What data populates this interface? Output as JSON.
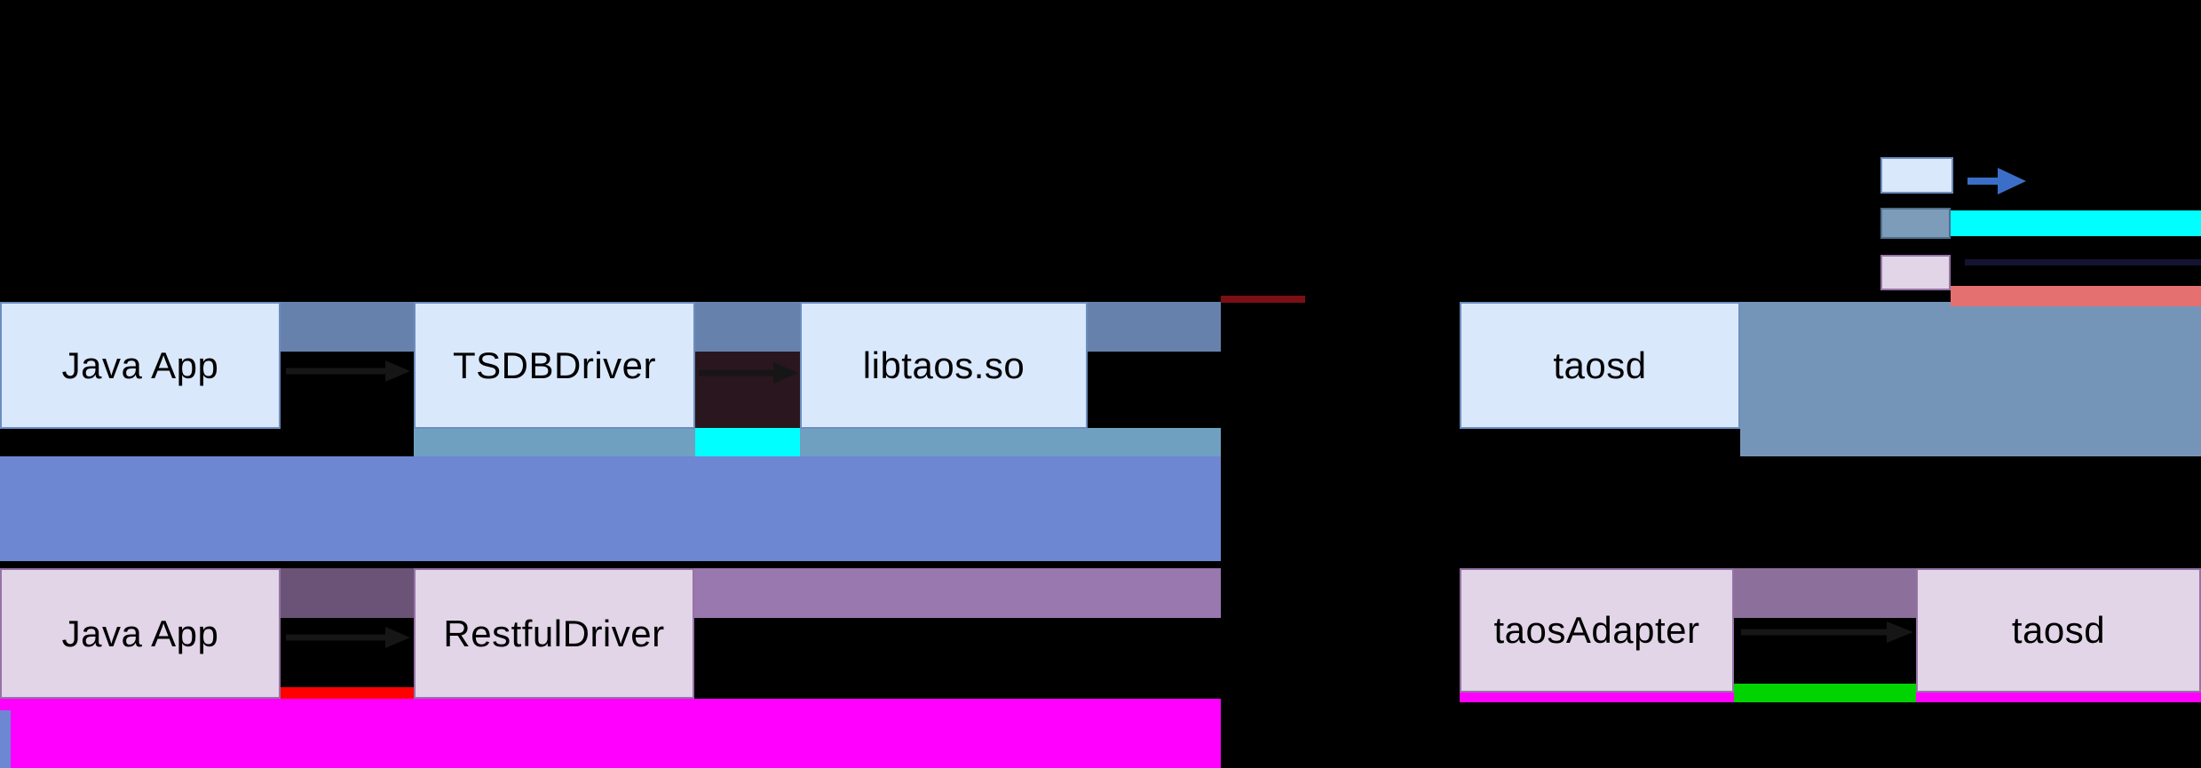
{
  "nodes": {
    "jni": {
      "app": "Java App",
      "driver": "TSDBDriver",
      "lib": "libtaos.so",
      "server": "taosd"
    },
    "rest": {
      "app": "Java App",
      "driver": "RestfulDriver",
      "adapter": "taosAdapter",
      "server": "taosd"
    }
  },
  "legend": {
    "items": [
      {
        "swatch": "blue-node-box",
        "marker": "blue-arrow"
      },
      {
        "swatch": "steel-band-box",
        "marker": "cyan-line"
      },
      {
        "swatch": "purple-node-box",
        "marker": "navy-line-and-salmon-line"
      }
    ]
  },
  "colors": {
    "background": "#000000",
    "box_blue_fill": "#dae8fc",
    "box_blue_border": "#6c8ebf",
    "box_purple_fill": "#e1d5e7",
    "box_purple_border": "#9673a6",
    "band_steel": "#6781ad",
    "band_steel_light": "#6fa0c0",
    "band_right": "#7595b8",
    "band_periwinkle": "#6d87d3",
    "band_mauve": "#9878ae",
    "band_mauve_dark": "#6a5377",
    "band_mauve_mid": "#8d6f9b",
    "gap_maroon": "#2a161e",
    "magenta": "#ff00ff",
    "red": "#ff0000",
    "green": "#00d400",
    "cyan": "#00ffff",
    "salmon": "#e57070",
    "navy_line": "#141432",
    "dark_red_line": "#7a1016",
    "legend_steel": "#7d9cba",
    "legend_arrow_blue": "#3b6fc7",
    "arrow_dark": "#161616"
  }
}
